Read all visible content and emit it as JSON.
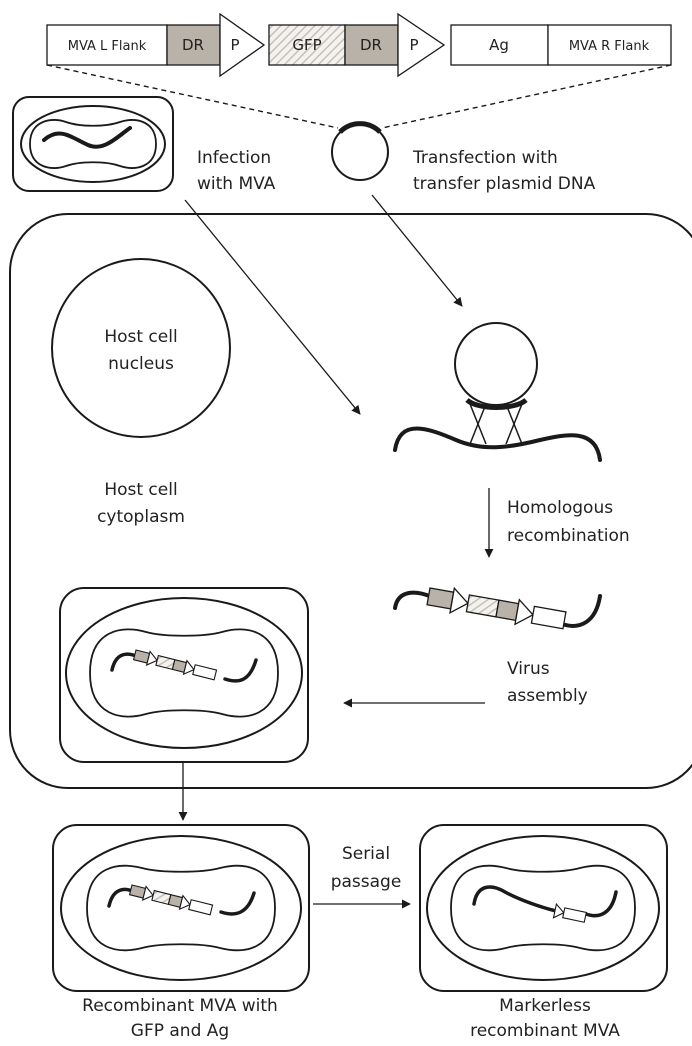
{
  "colors": {
    "stroke": "#1a1a1a",
    "dr_fill": "#b8b2a8",
    "gfp_hatch": "#c4c0b8",
    "background": "#ffffff"
  },
  "construct": {
    "segments": [
      "MVA L Flank",
      "DR",
      "P",
      "GFP",
      "DR",
      "P",
      "Ag",
      "MVA R Flank"
    ]
  },
  "labels": {
    "infection": [
      "Infection",
      "with MVA"
    ],
    "transfection": [
      "Transfection with",
      "transfer plasmid DNA"
    ],
    "nucleus": [
      "Host cell",
      "nucleus"
    ],
    "cytoplasm": [
      "Host cell",
      "cytoplasm"
    ],
    "homologous": [
      "Homologous",
      "recombination"
    ],
    "assembly": [
      "Virus",
      "assembly"
    ],
    "serial": [
      "Serial",
      "passage"
    ],
    "recombinant": [
      "Recombinant MVA with",
      "GFP and Ag"
    ],
    "markerless": [
      "Markerless",
      "recombinant MVA"
    ]
  }
}
